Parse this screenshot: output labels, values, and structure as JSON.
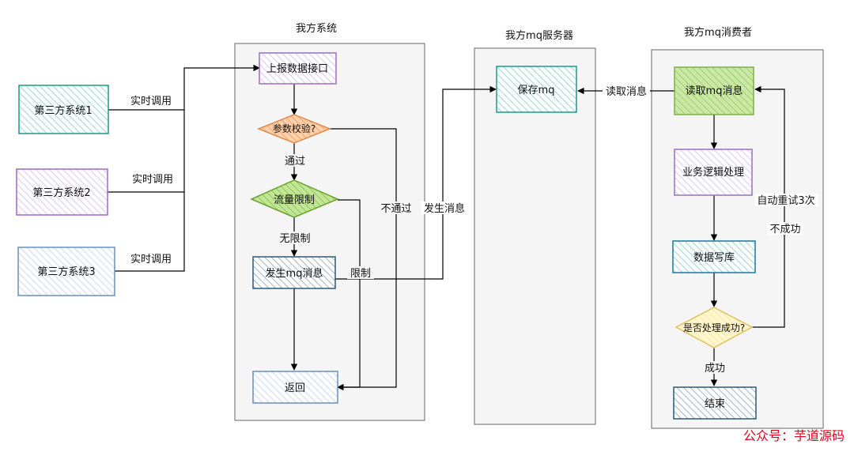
{
  "lanes": {
    "our_system": "我方系统",
    "mq_server": "我方mq服务器",
    "mq_consumer": "我方mq消费者"
  },
  "external": {
    "sys1": "第三方系统1",
    "sys2": "第三方系统2",
    "sys3": "第三方系统3"
  },
  "nodes": {
    "report_api": "上报数据接口",
    "param_check": "参数校验?",
    "flow_limit": "流量限制",
    "send_mq": "发生mq消息",
    "return": "返回",
    "save_mq": "保存mq",
    "read_mq": "读取mq消息",
    "biz_logic": "业务逻辑处理",
    "db_write": "数据写库",
    "success_check": "是否处理成功?",
    "end": "结束"
  },
  "edge_labels": {
    "realtime_call_1": "实时调用",
    "realtime_call_2": "实时调用",
    "realtime_call_3": "实时调用",
    "pass": "通过",
    "no_pass": "不通过",
    "no_limit": "无限制",
    "limited": "限制",
    "send_msg": "发生消息",
    "read_msg": "读取消息",
    "auto_retry": "自动重试3次",
    "not_success": "不成功",
    "success": "成功"
  },
  "watermark": "公众号：芋道源码",
  "colors": {
    "lane_fill": "#f5f5f5",
    "teal": "#1a9b8a",
    "purple": "#9b6cc4",
    "blue": "#6c8ebf",
    "orange": "#f5a56b",
    "green": "#8fc94a",
    "yellow": "#ffe79a",
    "dark_blue": "#2b5a7a",
    "watermark": "#e0001b"
  }
}
